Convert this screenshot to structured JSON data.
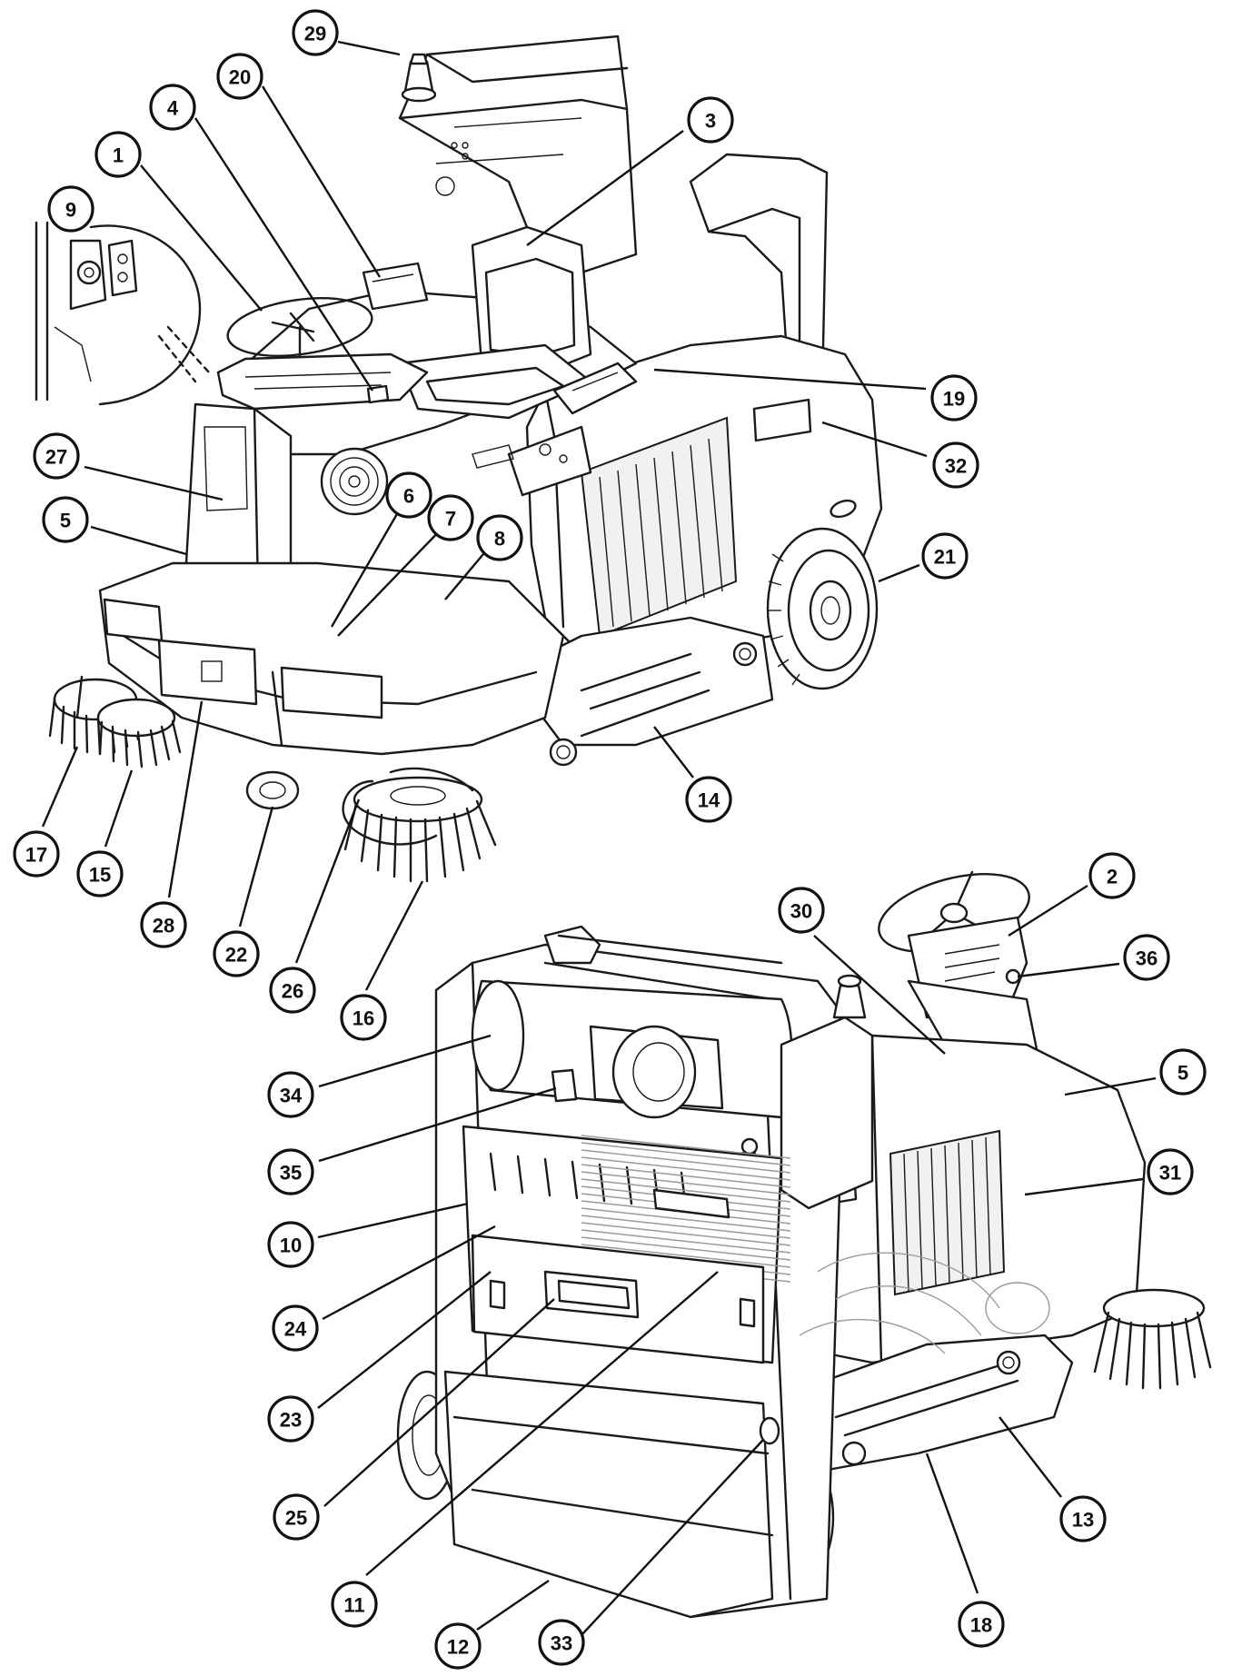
{
  "callouts": [
    {
      "id": "c29",
      "label": "29"
    },
    {
      "id": "c20",
      "label": "20"
    },
    {
      "id": "c4",
      "label": "4"
    },
    {
      "id": "c1",
      "label": "1"
    },
    {
      "id": "c9",
      "label": "9"
    },
    {
      "id": "c3",
      "label": "3"
    },
    {
      "id": "c19",
      "label": "19"
    },
    {
      "id": "c32",
      "label": "32"
    },
    {
      "id": "c27",
      "label": "27"
    },
    {
      "id": "c5a",
      "label": "5"
    },
    {
      "id": "c6",
      "label": "6"
    },
    {
      "id": "c7",
      "label": "7"
    },
    {
      "id": "c8",
      "label": "8"
    },
    {
      "id": "c21",
      "label": "21"
    },
    {
      "id": "c14",
      "label": "14"
    },
    {
      "id": "c17",
      "label": "17"
    },
    {
      "id": "c15",
      "label": "15"
    },
    {
      "id": "c28",
      "label": "28"
    },
    {
      "id": "c22",
      "label": "22"
    },
    {
      "id": "c26",
      "label": "26"
    },
    {
      "id": "c16",
      "label": "16"
    },
    {
      "id": "c2",
      "label": "2"
    },
    {
      "id": "c30",
      "label": "30"
    },
    {
      "id": "c36",
      "label": "36"
    },
    {
      "id": "c34",
      "label": "34"
    },
    {
      "id": "c5b",
      "label": "5"
    },
    {
      "id": "c35",
      "label": "35"
    },
    {
      "id": "c31",
      "label": "31"
    },
    {
      "id": "c10",
      "label": "10"
    },
    {
      "id": "c24",
      "label": "24"
    },
    {
      "id": "c23",
      "label": "23"
    },
    {
      "id": "c25",
      "label": "25"
    },
    {
      "id": "c11",
      "label": "11"
    },
    {
      "id": "c13",
      "label": "13"
    },
    {
      "id": "c12",
      "label": "12"
    },
    {
      "id": "c33",
      "label": "33"
    },
    {
      "id": "c18",
      "label": "18"
    }
  ]
}
